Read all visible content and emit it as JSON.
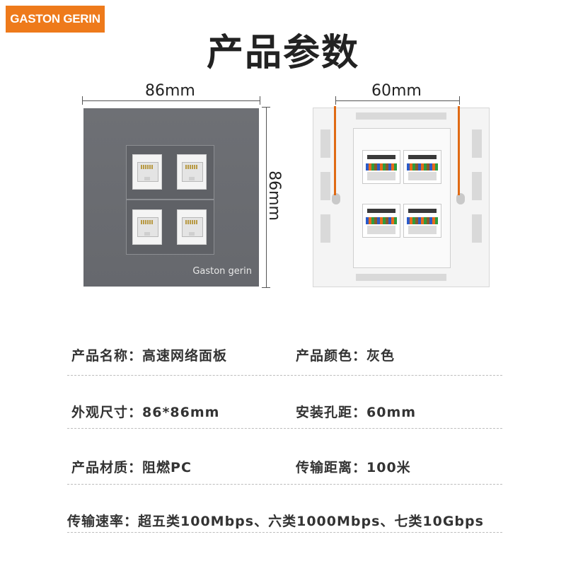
{
  "brand": {
    "logo_text": "GASTON GERIN",
    "color": "#ee7a1b"
  },
  "title": "产品参数",
  "front": {
    "width_label": "86mm",
    "height_label": "86mm",
    "panel_brand": "Gaston gerin",
    "panel_color": "#6b6d72",
    "port_count": 4
  },
  "back": {
    "hole_distance_label": "60mm",
    "accent_color": "#e06a14"
  },
  "specs": [
    {
      "label": "产品名称：",
      "value": "高速网络面板"
    },
    {
      "label": "产品颜色：",
      "value": "灰色"
    },
    {
      "label": "外观尺寸：",
      "value": "86*86mm"
    },
    {
      "label": "安装孔距：",
      "value": "60mm"
    },
    {
      "label": "产品材质：",
      "value": "阻燃PC"
    },
    {
      "label": "传输距离：",
      "value": "100米"
    },
    {
      "label": "传输速率：",
      "value": "超五类100Mbps、六类1000Mbps、七类10Gbps"
    }
  ]
}
